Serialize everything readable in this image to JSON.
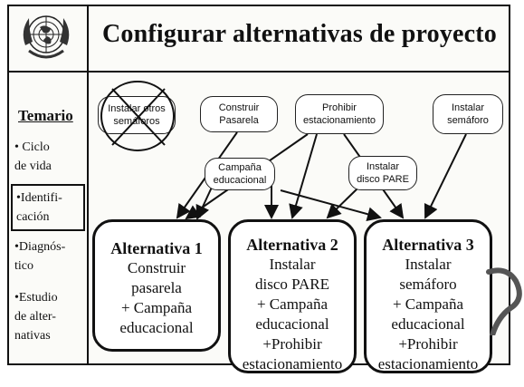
{
  "title": "Configurar alternativas de proyecto",
  "sidebar": {
    "heading": "Temario",
    "items": [
      {
        "line1": "• Ciclo",
        "line2": "de vida"
      },
      {
        "line1": "•Identifi-",
        "line2": "cación"
      },
      {
        "line1": "•Diagnós-",
        "line2": "tico"
      },
      {
        "line1": "•Estudio",
        "line2": "de alter-",
        "line3": "nativas"
      }
    ]
  },
  "actions": [
    {
      "line1": "Instalar otros",
      "line2": "semáforos"
    },
    {
      "line1": "Construir",
      "line2": "Pasarela"
    },
    {
      "line1": "Prohibir",
      "line2": "estacionamiento"
    },
    {
      "line1": "Instalar",
      "line2": "semáforo"
    },
    {
      "line1": "Campaña",
      "line2": "educacional"
    },
    {
      "line1": "Instalar",
      "line2": "disco PARE"
    }
  ],
  "alternatives": [
    {
      "title": "Alternativa 1",
      "lines": [
        "Construir",
        "pasarela",
        "+ Campaña",
        "educacional"
      ]
    },
    {
      "title": "Alternativa 2",
      "lines": [
        "Instalar",
        "disco PARE",
        "+ Campaña",
        "educacional",
        "+Prohibir",
        "estacionamiento"
      ]
    },
    {
      "title": "Alternativa 3",
      "lines": [
        "Instalar",
        "semáforo",
        "+ Campaña",
        "educacional",
        "+Prohibir",
        "estacionamiento"
      ]
    }
  ]
}
